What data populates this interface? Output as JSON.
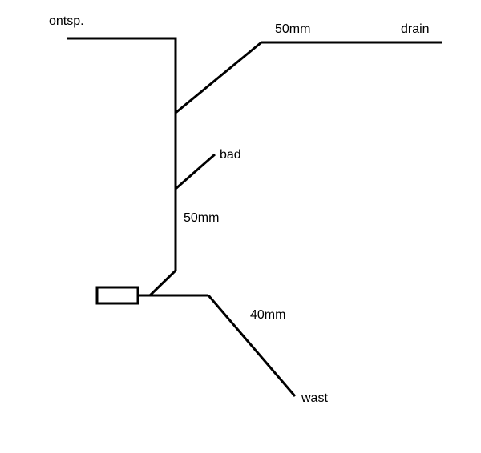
{
  "labels": {
    "ontsp": "ontsp.",
    "drain_size": "50mm",
    "drain": "drain",
    "bad": "bad",
    "main_size": "50mm",
    "branch_size": "40mm",
    "wast": "wast"
  },
  "colors": {
    "line": "#000000",
    "background": "#ffffff"
  }
}
